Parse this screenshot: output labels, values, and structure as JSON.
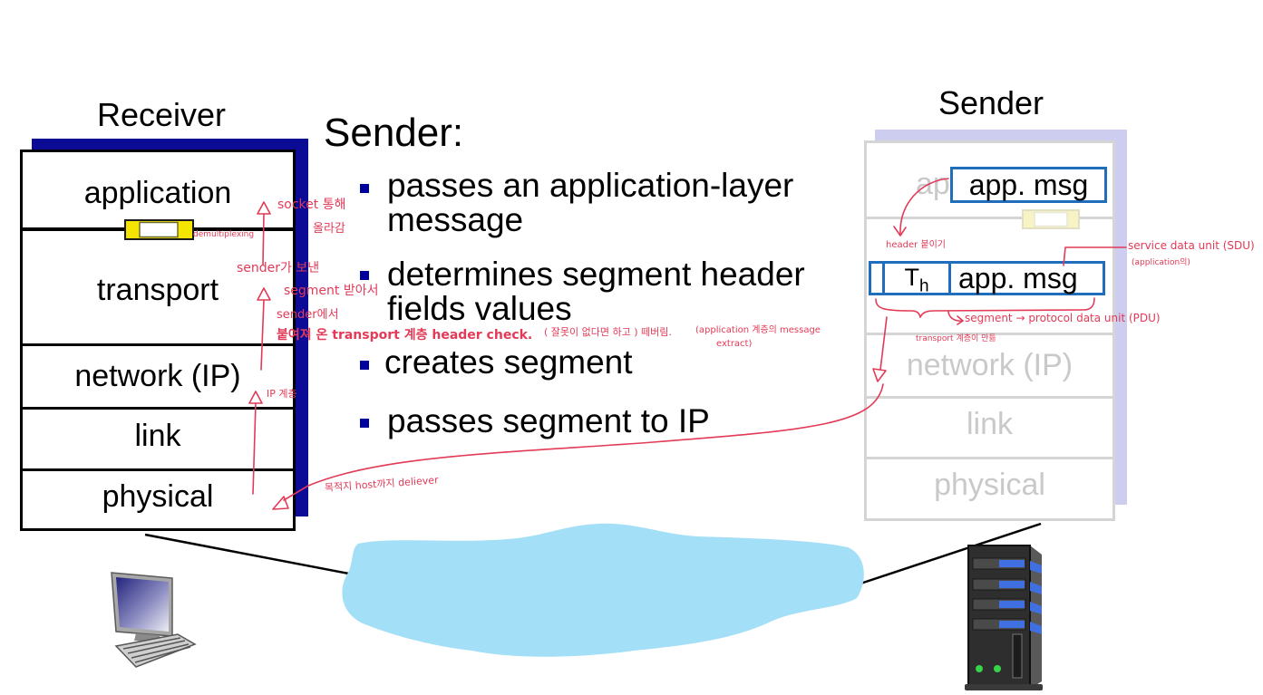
{
  "slide": {
    "heading": "Sender:",
    "bullets": [
      {
        "lines": [
          "passes an application-layer",
          "message"
        ]
      },
      {
        "lines": [
          "determines segment header",
          "fields values"
        ]
      },
      {
        "lines": [
          "creates segment"
        ]
      },
      {
        "lines": [
          "passes segment to IP"
        ]
      }
    ]
  },
  "receiver": {
    "title": "Receiver",
    "layers": [
      "application",
      "transport",
      "network (IP)",
      "link",
      "physical"
    ]
  },
  "sender": {
    "title": "Sender",
    "application_visible": "ap",
    "layers_visible": [
      "network (IP)",
      "link",
      "physical"
    ],
    "app_msg_box": "app. msg",
    "segment": {
      "header_base": "T",
      "header_sub": "h",
      "payload": "app. msg"
    }
  },
  "annotations": {
    "socket_path": "socket 통해",
    "socket_path_2": "올라감",
    "demultiplexing": "demultiplexing",
    "sender_sent": "sender가 보낸",
    "segment_received": "segment 받아서",
    "from_sender": "sender에서",
    "header_check": "붙여져 온 transport 계층 header check.",
    "remove_note": "( 잘못이 없다면 하고 ) 떼버림.",
    "extract_note_1": "(application 계층의 message",
    "extract_note_2": "extract)",
    "ip_layer": "IP 계층",
    "deliver_note": "목적지 host까지 deliever",
    "header_attach": "header 붙이기",
    "sdu": "service data unit (SDU)",
    "sdu_sub": "(application의)",
    "pdu": "segment → protocol data unit (PDU)",
    "made_by": "transport 계층이 만듦"
  },
  "icons": {
    "socket": "socket-icon",
    "desktop": "desktop-computer-icon",
    "server": "server-tower-icon"
  },
  "colors": {
    "receiver_shadow": "#0b0b96",
    "sender_shadow": "#cdcdef",
    "sender_faded_text": "#c9c9c9",
    "bullet": "#00009c",
    "message_box_border": "#1f6dbb",
    "cloud": "#a3dff6",
    "annotation": "#e23a57"
  }
}
